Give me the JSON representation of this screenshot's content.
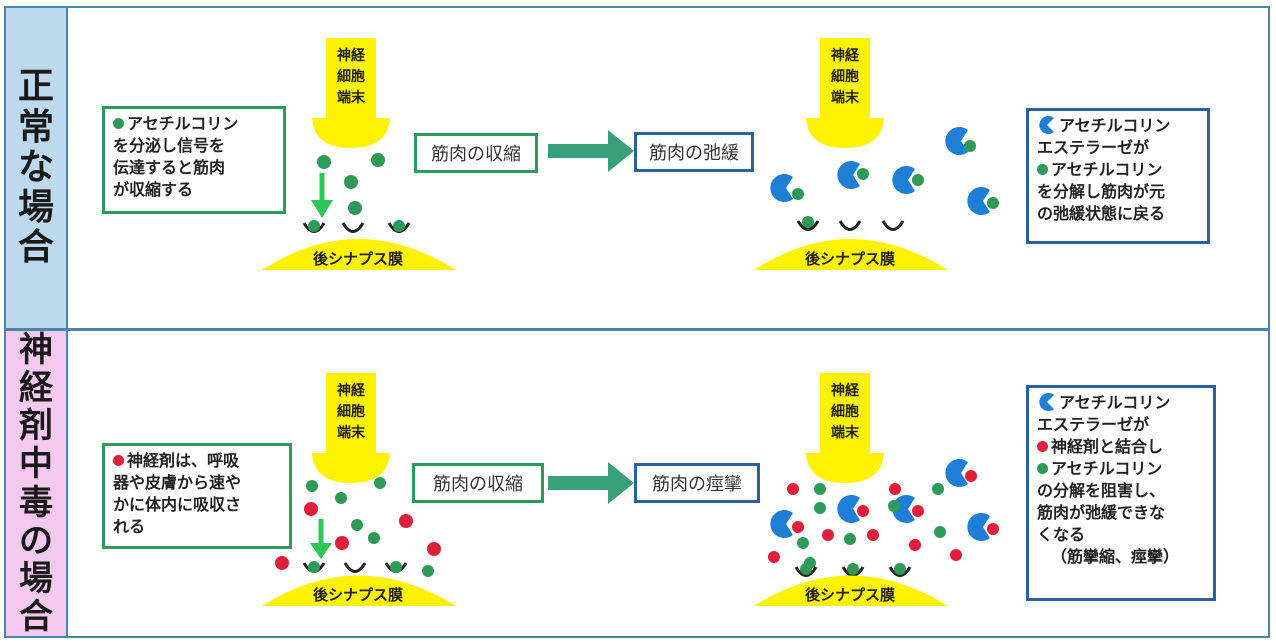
{
  "normal": {
    "section_label": "正常な場合",
    "explanation": [
      "アセチルコリン",
      "を分泌し信号を",
      "伝達すると筋肉",
      "が収縮する"
    ],
    "nerve_label": [
      "神経",
      "細胞",
      "端末"
    ],
    "contraction_label": "筋肉の収縮",
    "relaxation_label": "筋肉の弛緩",
    "membrane_label": "後シナプス膜",
    "enzyme_note": [
      "アセチルコリン",
      "エステラーゼが",
      "アセチルコリン",
      "を分解し筋肉が元",
      "の弛緩状態に戻る"
    ]
  },
  "poison": {
    "section_label": "神経剤中毒の場合",
    "explanation": [
      "神経剤は、呼吸",
      "器や皮膚から速や",
      "かに体内に吸収さ",
      "れる"
    ],
    "nerve_label": [
      "神経",
      "細胞",
      "端末"
    ],
    "contraction_label": "筋肉の収縮",
    "result_label": "筋肉の痙攣",
    "membrane_label": "後シナプス膜",
    "enzyme_note": [
      "アセチルコリン",
      "エステラーゼが",
      "神経剤と結合し",
      "アセチルコリン",
      "の分解を阻害し、",
      "筋肉が弛緩できな",
      "くなる",
      "（筋攣縮、痙攣）"
    ]
  },
  "colors": {
    "acetylcholine": "#2e9a57",
    "nerve_agent": "#e0203a",
    "enzyme": "#1f7fd6",
    "terminal": "#fff200",
    "green_border": "#2e9a57",
    "blue_border": "#2e5f9e",
    "frame": "#4a86a8"
  }
}
